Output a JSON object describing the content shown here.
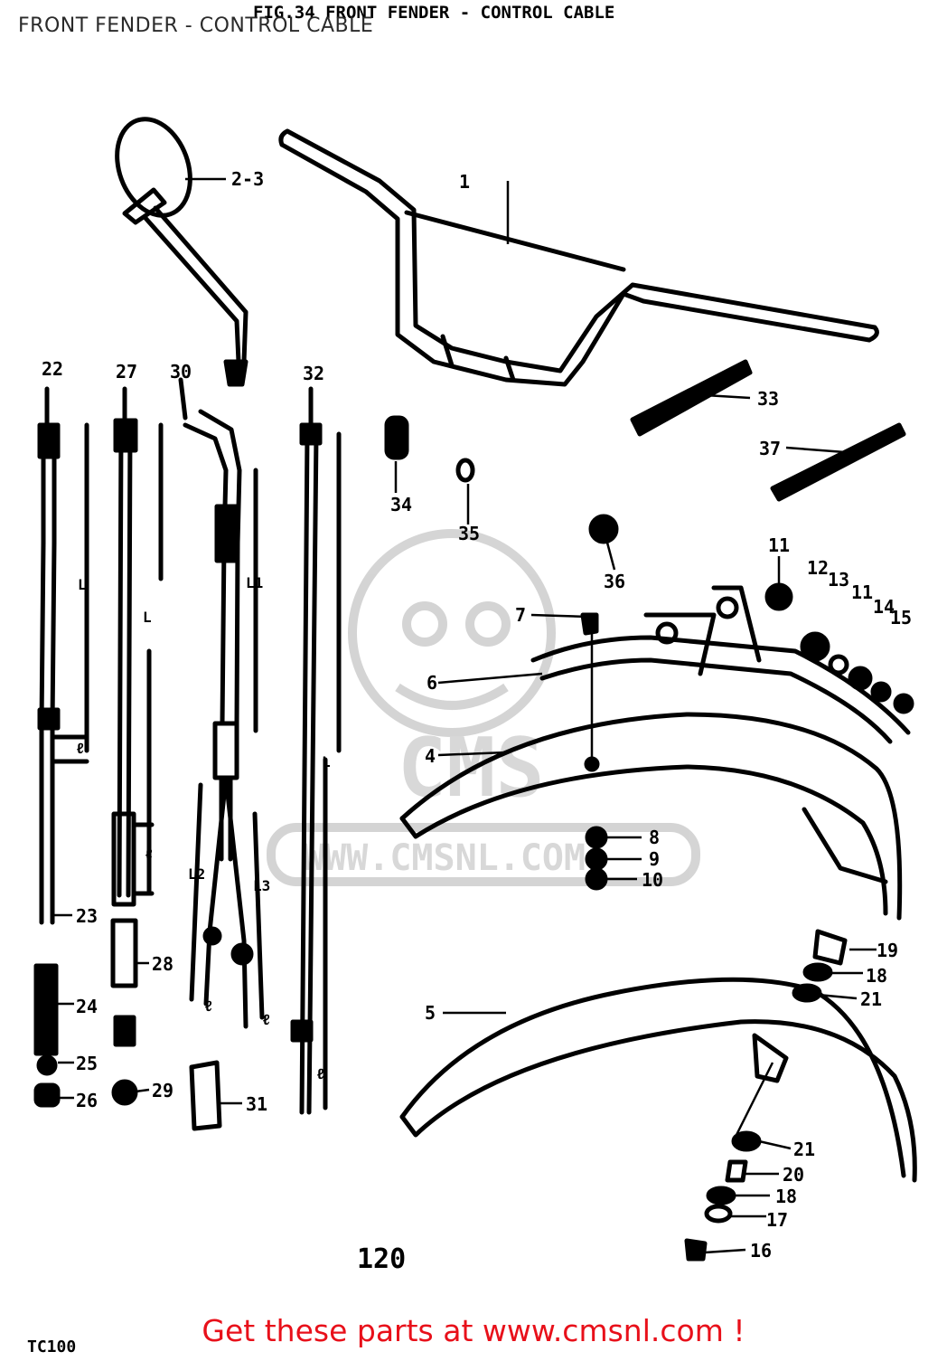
{
  "overlay_title": "FRONT FENDER - CONTROL CABLE",
  "header_title": "FIG.34  FRONT FENDER - CONTROL CABLE",
  "page_number": "120",
  "model_code": "TC100",
  "footer_link": "Get these parts at www.cmsnl.com !",
  "watermark": {
    "brand": "CMS",
    "url": "WWW.CMSNL.COM"
  },
  "colors": {
    "ink": "#000000",
    "link": "#e8101a",
    "watermark": "#c8c8c8"
  },
  "parts": [
    {
      "ref": "1"
    },
    {
      "ref": "2-3"
    },
    {
      "ref": "4"
    },
    {
      "ref": "5"
    },
    {
      "ref": "6"
    },
    {
      "ref": "7"
    },
    {
      "ref": "8"
    },
    {
      "ref": "9"
    },
    {
      "ref": "10"
    },
    {
      "ref": "11"
    },
    {
      "ref": "11"
    },
    {
      "ref": "12"
    },
    {
      "ref": "13"
    },
    {
      "ref": "14"
    },
    {
      "ref": "15"
    },
    {
      "ref": "16"
    },
    {
      "ref": "17"
    },
    {
      "ref": "18"
    },
    {
      "ref": "18"
    },
    {
      "ref": "19"
    },
    {
      "ref": "20"
    },
    {
      "ref": "21"
    },
    {
      "ref": "21"
    },
    {
      "ref": "22"
    },
    {
      "ref": "23"
    },
    {
      "ref": "24"
    },
    {
      "ref": "25"
    },
    {
      "ref": "26"
    },
    {
      "ref": "27"
    },
    {
      "ref": "28"
    },
    {
      "ref": "29"
    },
    {
      "ref": "30"
    },
    {
      "ref": "31"
    },
    {
      "ref": "32"
    },
    {
      "ref": "33"
    },
    {
      "ref": "34"
    },
    {
      "ref": "35"
    },
    {
      "ref": "36"
    },
    {
      "ref": "37"
    }
  ],
  "dimension_labels": [
    "L",
    "L",
    "L1",
    "L",
    "ℓ",
    "ℓ",
    "L2",
    "L3",
    "ℓ",
    "ℓ",
    "ℓ"
  ]
}
